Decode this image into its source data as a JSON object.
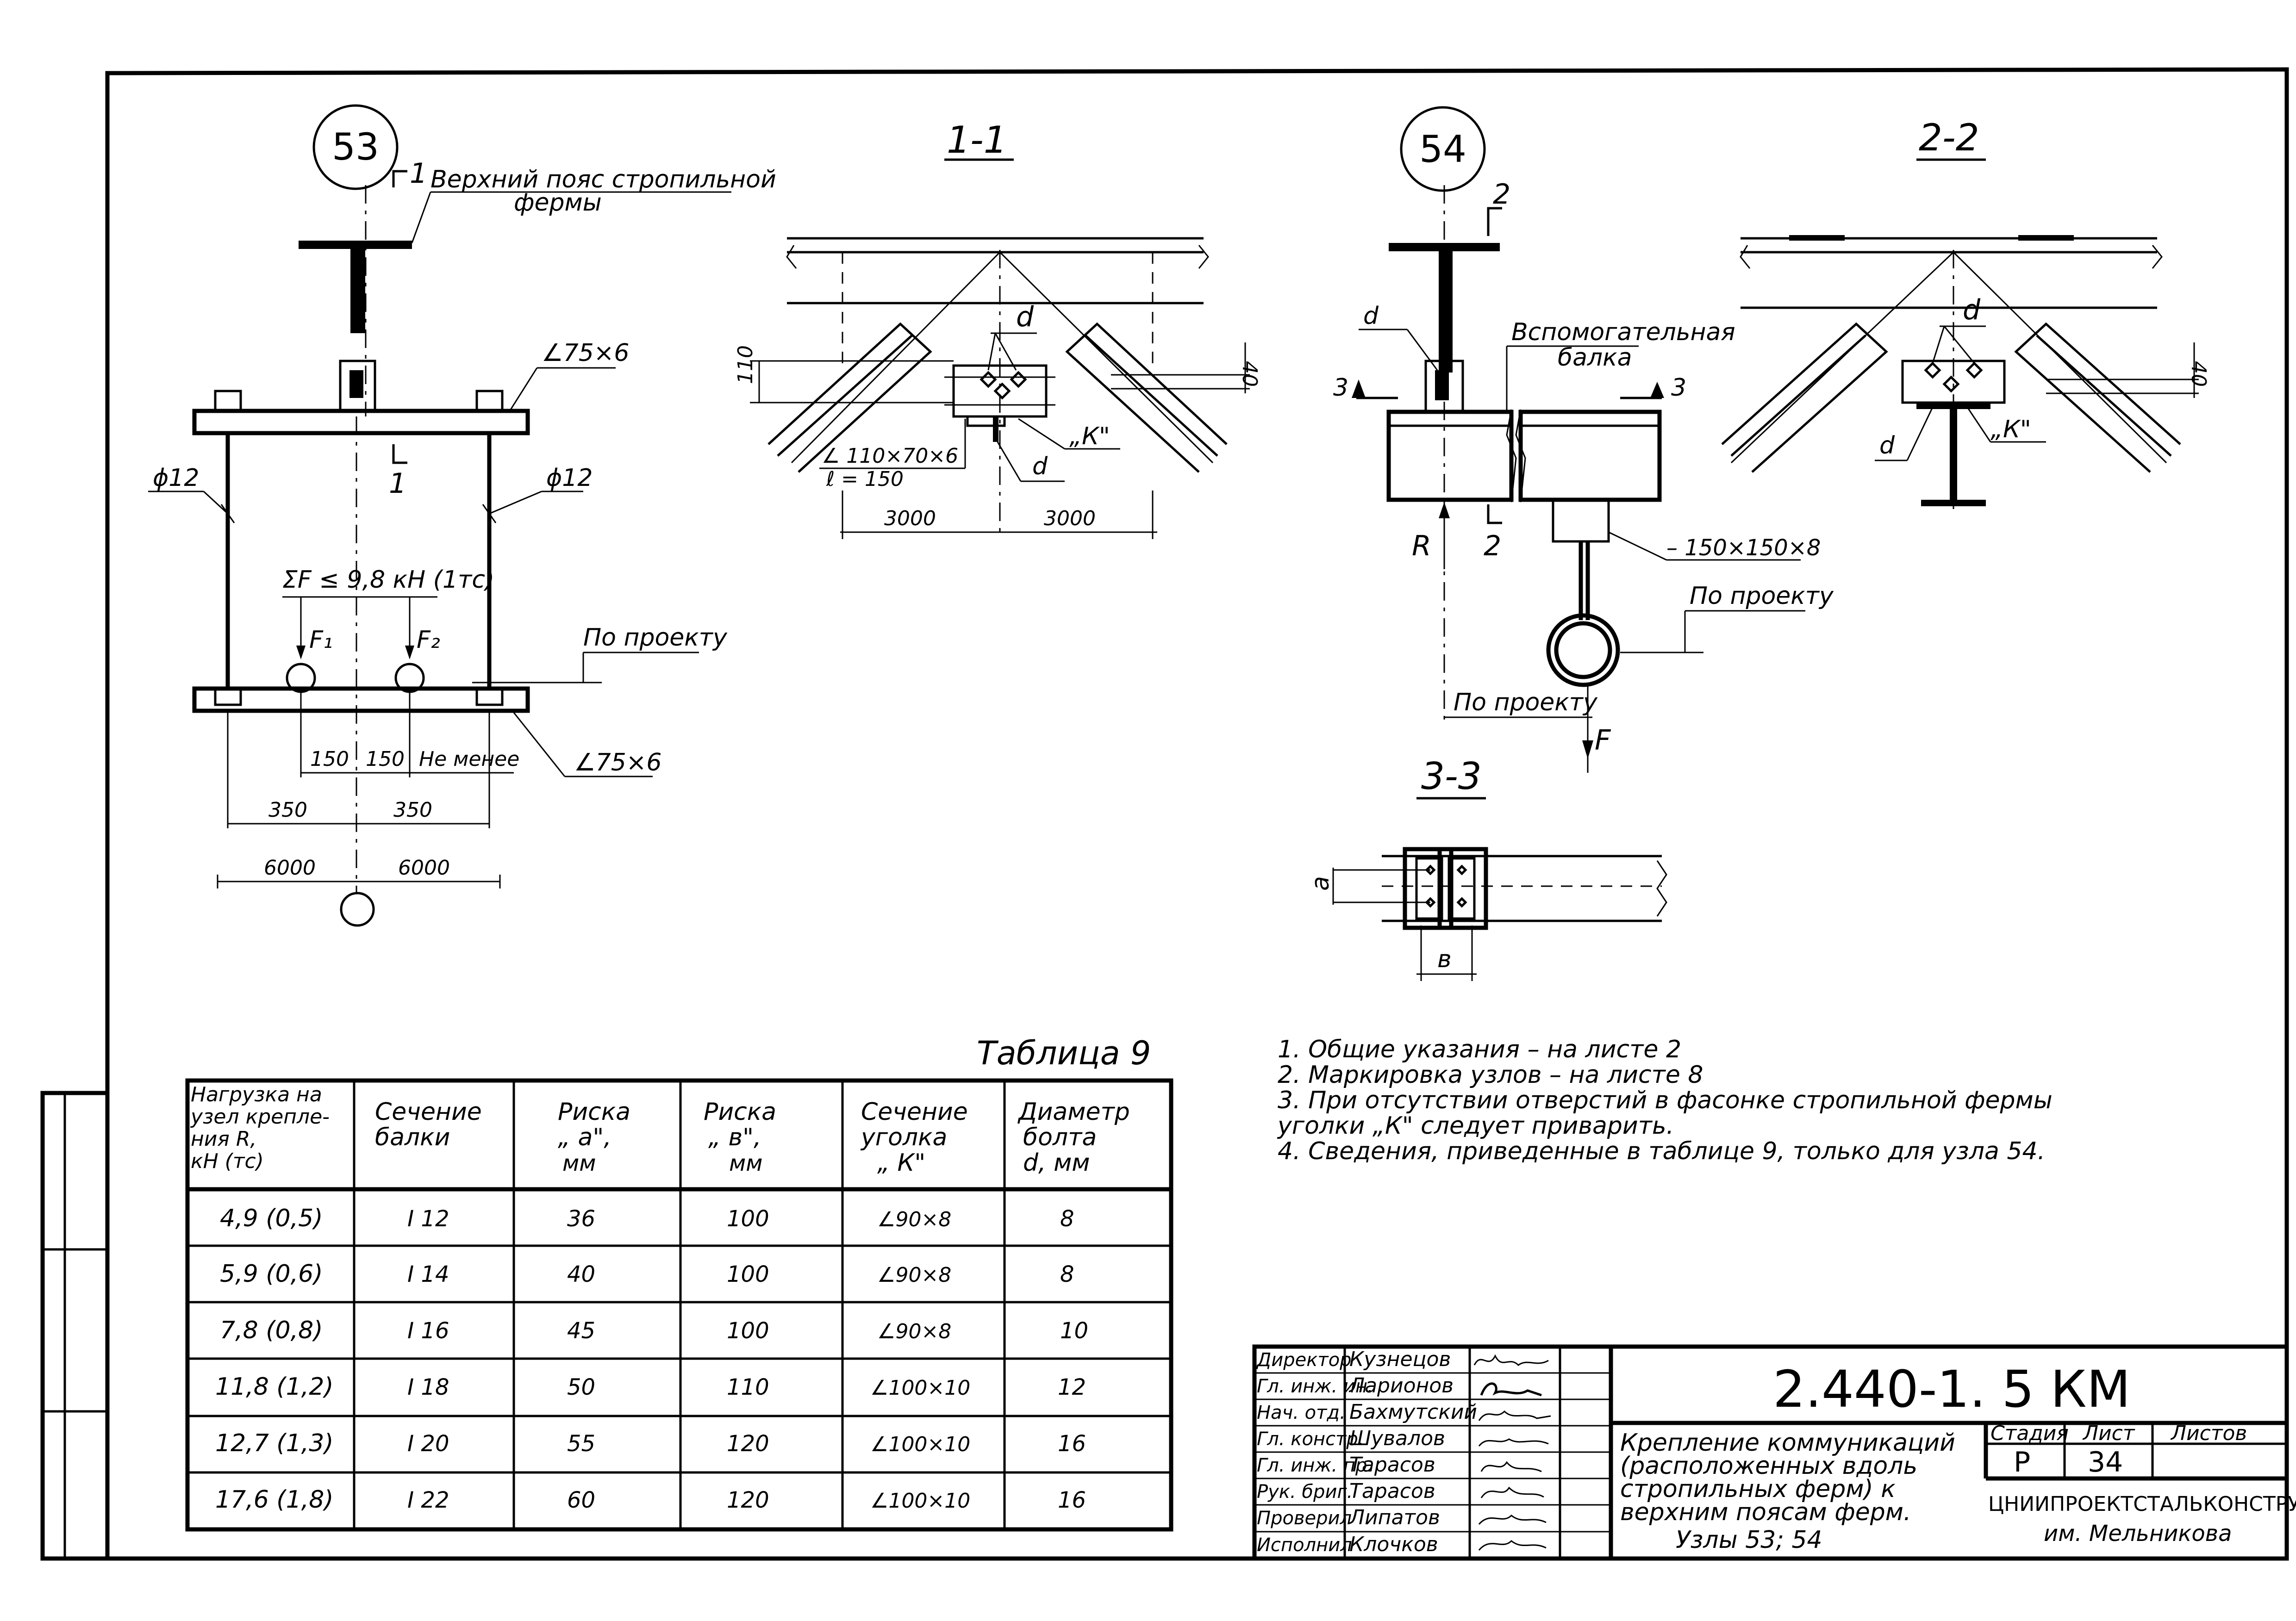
{
  "node53": {
    "number": "53",
    "section_mark": "1",
    "top_chord_label": [
      "Верхний пояс стропильной",
      "фермы"
    ],
    "angle_top": "∠75×6",
    "angle_bottom": "∠75×6",
    "rod_left": "ϕ12",
    "rod_right": "ϕ12",
    "load_formula": "ΣF ≤ 9,8 кН (1тс)",
    "f1": "F₁",
    "f2": "F₂",
    "by_project": "По проекту",
    "dim_150_a": "150",
    "dim_150_b": "150",
    "not_less": "Не менее",
    "dim_350_a": "350",
    "dim_350_b": "350",
    "dim_6000_a": "6000",
    "dim_6000_b": "6000"
  },
  "section11": {
    "title": "1-1",
    "d_top": "d",
    "d_bottom": "d",
    "dim_110": "110",
    "dim_40": "40",
    "angle_label": "∠ 110×70×6",
    "length_label": "ℓ = 150",
    "k_label": "„К\"",
    "dim_3000_a": "3000",
    "dim_3000_b": "3000"
  },
  "node54": {
    "number": "54",
    "section_mark_2": "2",
    "section_mark_3": "3",
    "d_label": "d",
    "aux_beam": [
      "Вспомогательная",
      "балка"
    ],
    "r_label": "R",
    "plate_label": "– 150×150×8",
    "by_project_1": "По проекту",
    "by_project_2": "По проекту",
    "f_label": "F"
  },
  "section22": {
    "title": "2-2",
    "d_top": "d",
    "d_bottom": "d",
    "k_label": "„К\"",
    "dim_40": "40"
  },
  "section33": {
    "title": "3-3",
    "a_label": "a",
    "b_label": "в"
  },
  "table9": {
    "caption": "Таблица 9",
    "headers": [
      [
        "Нагрузка на",
        "узел крепле-",
        "ния  R,",
        "кН (тс)"
      ],
      [
        "Сечение",
        "балки"
      ],
      [
        "Риска",
        "„ а\",",
        "мм"
      ],
      [
        "Риска",
        "„ в\",",
        "мм"
      ],
      [
        "Сечение",
        "уголка",
        "„ К\""
      ],
      [
        "Диаметр",
        "болта",
        "d, мм"
      ]
    ],
    "rows": [
      [
        "4,9 (0,5)",
        "I 12",
        "36",
        "100",
        "∠90×8",
        "8"
      ],
      [
        "5,9 (0,6)",
        "I 14",
        "40",
        "100",
        "∠90×8",
        "8"
      ],
      [
        "7,8 (0,8)",
        "I 16",
        "45",
        "100",
        "∠90×8",
        "10"
      ],
      [
        "11,8 (1,2)",
        "I 18",
        "50",
        "110",
        "∠100×10",
        "12"
      ],
      [
        "12,7 (1,3)",
        "I 20",
        "55",
        "120",
        "∠100×10",
        "16"
      ],
      [
        "17,6 (1,8)",
        "I 22",
        "60",
        "120",
        "∠100×10",
        "16"
      ]
    ]
  },
  "notes": [
    "1.  Общие указания – на листе 2",
    "2.  Маркировка узлов – на листе 8",
    "3.  При отсутствии отверстий в фасонке стропильной фермы",
    "     уголки „К\" следует приварить.",
    "4.  Сведения, приведенные в таблице 9, только для узла 54."
  ],
  "title_block": {
    "roles": [
      "Директор",
      "Гл. инж. ин.",
      "Нач. отд.",
      "Гл. констр.",
      "Гл. инж. пр.",
      "Рук. бриг.",
      "Проверил",
      "Исполнил"
    ],
    "names": [
      "Кузнецов",
      "Ларионов",
      "Бахмутский",
      "Шувалов",
      "Тарасов",
      "Тарасов",
      "Липатов",
      "Клочков"
    ],
    "document_code": "2.440-1. 5 КМ",
    "title_lines": [
      "Крепление коммуникаций",
      "(расположенных вдоль",
      "стропильных ферм) к",
      "верхним поясам ферм.",
      "Узлы 53; 54"
    ],
    "stage_header": "Стадия",
    "sheet_header": "Лист",
    "sheets_header": "Листов",
    "stage": "Р",
    "sheet": "34",
    "sheets": "",
    "organization": [
      "ЦНИИПРОЕКТСТАЛЬКОНСТРУКЦИЯ",
      "им. Мельникова"
    ]
  }
}
